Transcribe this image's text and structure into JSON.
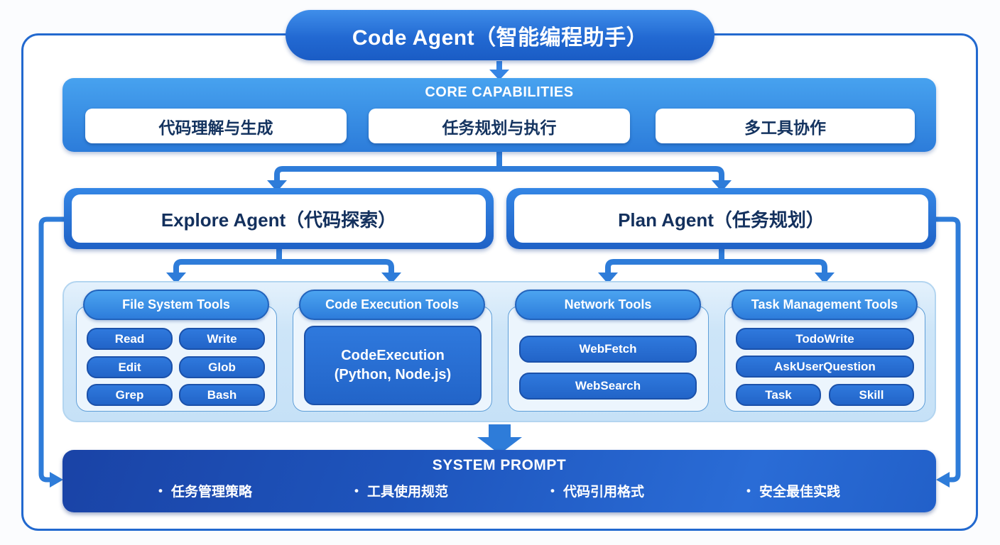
{
  "title": "Code Agent（智能编程助手）",
  "colors": {
    "accent_blue": "#2e7cd9",
    "band_blue": "#3b93e8",
    "pill_blue": "#2569cf",
    "light_container": "#cde5f8",
    "group_container": "#ecf5fd",
    "system_prompt_dark": "#1a47ab",
    "text_navy": "#14335f",
    "white": "#ffffff"
  },
  "core": {
    "heading": "CORE CAPABILITIES",
    "items": [
      "代码理解与生成",
      "任务规划与执行",
      "多工具协作"
    ]
  },
  "agents": [
    {
      "label": "Explore Agent（代码探索）"
    },
    {
      "label": "Plan Agent（任务规划）"
    }
  ],
  "tool_groups": [
    {
      "header": "File System Tools",
      "tools": [
        "Read",
        "Write",
        "Edit",
        "Glob",
        "Grep",
        "Bash"
      ]
    },
    {
      "header": "Code Execution Tools",
      "tool_line1": "CodeExecution",
      "tool_line2": "(Python, Node.js)"
    },
    {
      "header": "Network Tools",
      "tools": [
        "WebFetch",
        "WebSearch"
      ]
    },
    {
      "header": "Task Management Tools",
      "tools": [
        "TodoWrite",
        "AskUserQuestion",
        "Task",
        "Skill"
      ]
    }
  ],
  "system_prompt": {
    "heading": "SYSTEM PROMPT",
    "bullet": "•",
    "items": [
      "任务管理策略",
      "工具使用规范",
      "代码引用格式",
      "安全最佳实践"
    ]
  }
}
